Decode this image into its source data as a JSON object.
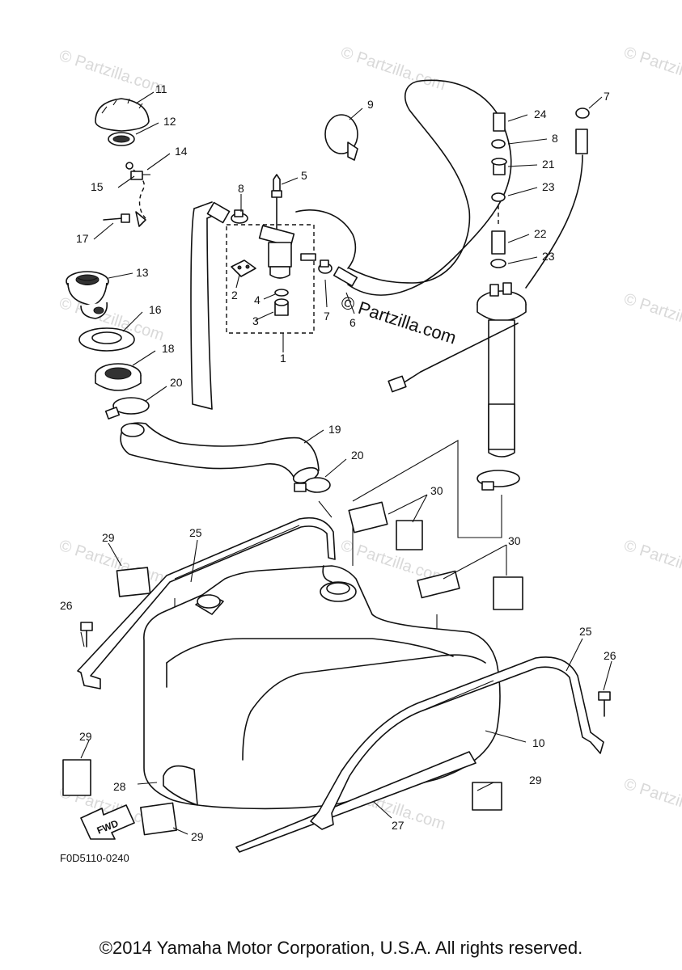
{
  "watermarks": [
    "© Partzilla.com",
    "© Partzilla.com",
    "© Partzilla.com",
    "© Partzilla.com",
    "© Partzilla.com",
    "© Partzilla.com",
    "© Partzilla.com",
    "© Partzilla.com",
    "© Partzilla.com",
    "© Partzilla.com",
    "© Partzilla.com"
  ],
  "center_watermark": "© Partzilla.com",
  "callouts": [
    "11",
    "12",
    "14",
    "15",
    "17",
    "13",
    "16",
    "18",
    "20",
    "9",
    "5",
    "8",
    "2",
    "4",
    "3",
    "7",
    "6",
    "1",
    "24",
    "8",
    "21",
    "23",
    "22",
    "23",
    "7",
    "19",
    "20",
    "30",
    "30",
    "29",
    "25",
    "26",
    "25",
    "26",
    "10",
    "29",
    "29",
    "28",
    "27",
    "29"
  ],
  "fwd_label": "FWD",
  "diagram_code": "F0D5110-0240",
  "copyright": "©2014 Yamaha Motor Corporation, U.S.A. All rights reserved."
}
